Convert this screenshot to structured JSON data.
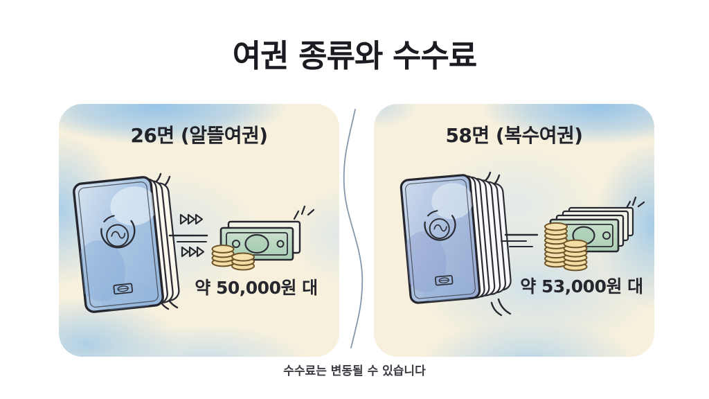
{
  "title": "여권 종류와 수수료",
  "cards": {
    "left": {
      "heading": "26면 (알뜰여권)",
      "price": "약 50,000원 대"
    },
    "right": {
      "heading": "58면 (복수여권)",
      "price": "약 53,000원 대"
    }
  },
  "footer_note": "수수료는 변동될 수 있습니다",
  "icons": {
    "passport_thin": "passport-26-icon (thin passport, few pages)",
    "passport_thick": "passport-58-icon (thick passport, many pages)",
    "banknotes": "banknote-icon (green bills)",
    "coins": "coin-stack-icon (gold coin stacks)",
    "chevrons": "fast-forward-chevrons-icon",
    "speed_lines": "speed-lines-icon",
    "sparkle": "sparkle-icon",
    "motion_arcs": "motion-arcs-icon",
    "divider": "divider-curve"
  },
  "colors": {
    "ink": "#26262e",
    "card_cream": "#f7f0dd",
    "watercolor_blue": "#92c2e8",
    "passport_cover_blue": "#a7c3e2",
    "banknote_green": "#b3d2bc",
    "coin_gold": "#f3dda4",
    "divider_gray_blue": "#8398ad"
  }
}
